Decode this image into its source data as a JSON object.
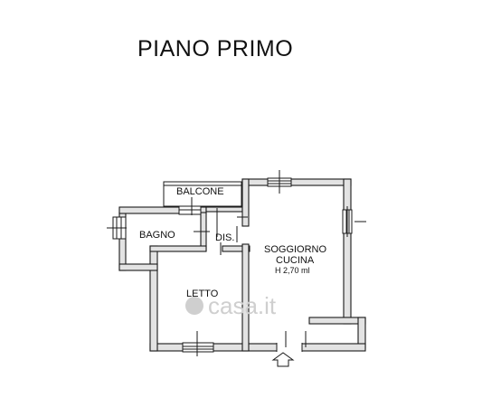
{
  "title": "PIANO PRIMO",
  "rooms": {
    "balcone": "BALCONE",
    "bagno": "BAGNO",
    "dis": "DIS.",
    "soggiorno_line1": "SOGGIORNO",
    "soggiorno_line2": "CUCINA",
    "soggiorno_height": "H 2,70 ml",
    "letto": "LETTO"
  },
  "watermark": "casa.it",
  "colors": {
    "wall_fill": "#e3e3e3",
    "line": "#1a1a1a",
    "watermark": "#cfcfcf"
  }
}
